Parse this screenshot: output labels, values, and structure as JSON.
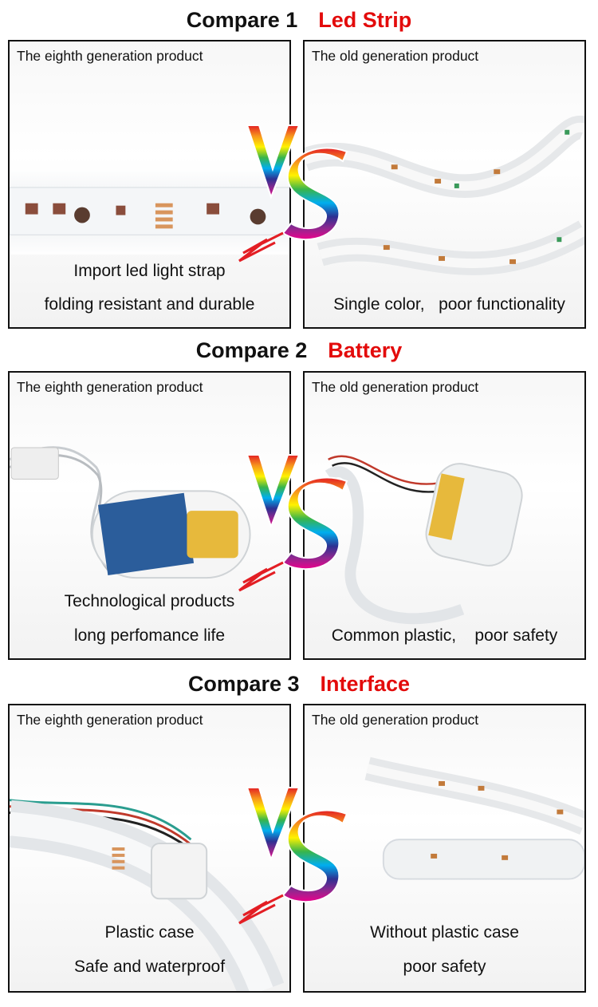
{
  "comparisons": [
    {
      "label": "Compare 1",
      "topic": "Led Strip",
      "left": {
        "title": "The eighth generation product",
        "line1": "Import led light strap",
        "line2": "folding resistant and durable"
      },
      "right": {
        "title": "The old generation product",
        "line1": "Single color,   poor functionality",
        "line2": ""
      }
    },
    {
      "label": "Compare 2",
      "topic": "Battery",
      "left": {
        "title": "The eighth generation product",
        "line1": "Technological products",
        "line2": "long perfomance life"
      },
      "right": {
        "title": "The old generation product",
        "line1": "Common plastic,    poor safety",
        "line2": ""
      }
    },
    {
      "label": "Compare 3",
      "topic": "Interface",
      "left": {
        "title": "The eighth generation product",
        "line1": "Plastic case",
        "line2": "Safe and waterproof"
      },
      "right": {
        "title": "The old generation product",
        "line1": "Without plastic case",
        "line2": "poor safety"
      }
    }
  ],
  "vs_badge": {
    "icon": "rainbow-vs-icon",
    "colors": [
      "#e31e24",
      "#f7941d",
      "#fff200",
      "#39b54a",
      "#00aeef",
      "#2e3192",
      "#92278f",
      "#ec008c"
    ]
  }
}
